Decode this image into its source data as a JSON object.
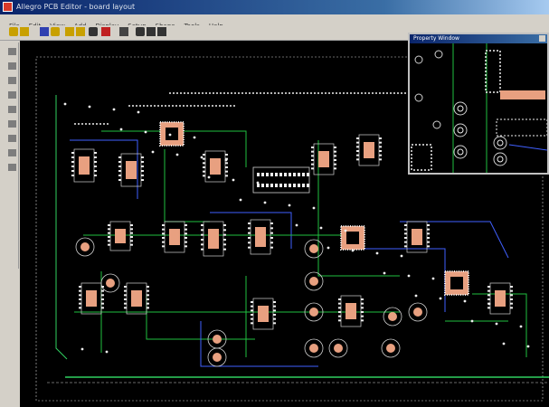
{
  "window": {
    "title": "Allegro PCB Editor - board layout",
    "icons": {
      "app": "app-icon"
    }
  },
  "menu": [
    {
      "label": "File"
    },
    {
      "label": "Edit"
    },
    {
      "label": "View"
    },
    {
      "label": "Add"
    },
    {
      "label": "Display"
    },
    {
      "label": "Setup"
    },
    {
      "label": "Shape"
    },
    {
      "label": "Tools"
    },
    {
      "label": "Help"
    }
  ],
  "toolbar": [
    {
      "icon": "open-icon",
      "color": "#c8a000"
    },
    {
      "icon": "save-icon",
      "color": "#c8a000"
    },
    {
      "icon": "undo-icon",
      "color": "#3040b0"
    },
    {
      "icon": "redo-icon",
      "color": "#c8a000"
    },
    {
      "icon": "cut-icon",
      "color": "#c8a000"
    },
    {
      "icon": "copy-icon",
      "color": "#c8a000"
    },
    {
      "icon": "delete-icon",
      "color": "#333333"
    },
    {
      "icon": "pencil-icon",
      "color": "#c02020"
    },
    {
      "icon": "grid-icon",
      "color": "#444444"
    },
    {
      "icon": "zoom-in-icon",
      "color": "#333333"
    },
    {
      "icon": "zoom-out-icon",
      "color": "#333333"
    },
    {
      "icon": "zoom-fit-icon",
      "color": "#333333"
    }
  ],
  "left_tools": [
    {
      "icon": "select-icon"
    },
    {
      "icon": "route-icon"
    },
    {
      "icon": "via-icon"
    },
    {
      "icon": "move-icon"
    },
    {
      "icon": "rotate-icon"
    },
    {
      "icon": "mirror-icon"
    },
    {
      "icon": "measure-icon"
    },
    {
      "icon": "pan-icon"
    },
    {
      "icon": "place-icon"
    }
  ],
  "property_window": {
    "title": "Property Window"
  },
  "colors": {
    "board_bg": "#000000",
    "component_body": "#e8a080",
    "pin": "#f0f0f0",
    "trace_green": "#20c040",
    "trace_blue": "#4060ff",
    "outline": "#d0d0d0",
    "board_edge": "#30d060"
  }
}
